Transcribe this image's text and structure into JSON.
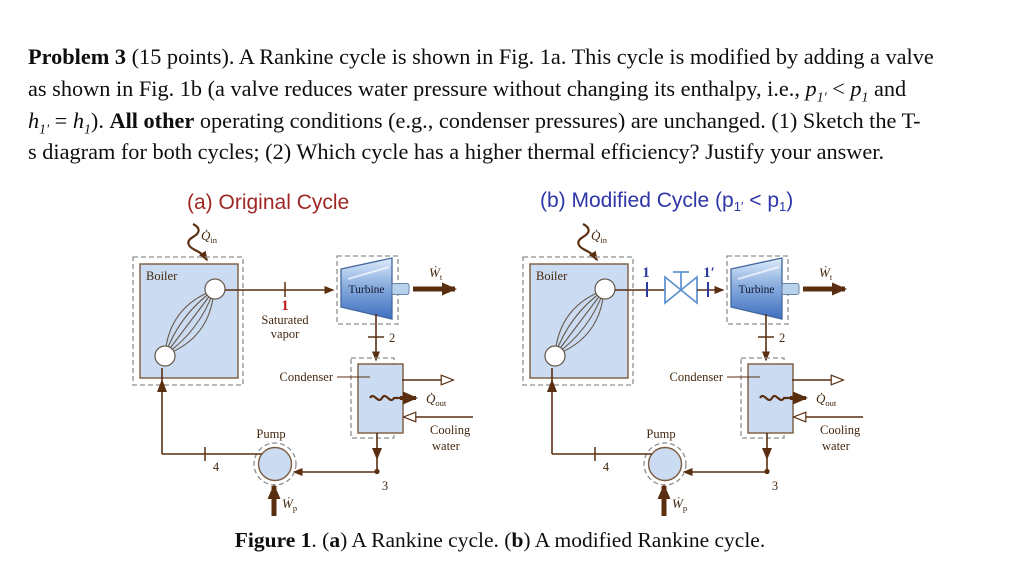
{
  "problem": {
    "l1_bold": "Problem 3",
    "l1_rest": " (15 points). A Rankine cycle is shown in Fig. 1a. This cycle is modified by adding a valve",
    "l2_pre": "as shown in Fig. 1b (a valve reduces water pressure without changing its enthalpy, i.e., ",
    "l2_p1": "p",
    "l2_p1_sub": "1′",
    "l2_lt": " < ",
    "l2_p2": "p",
    "l2_p2_sub": "1",
    "l2_post": " and",
    "l3_h1": "h",
    "l3_h1_sub": "1′",
    "l3_eq": " = ",
    "l3_h2": "h",
    "l3_h2_sub": "1",
    "l3_mid": "). ",
    "l3_bold": "All other",
    "l3_post": " operating conditions (e.g., condenser pressures) are unchanged. (1) Sketch the T-",
    "l4": "s diagram for both cycles; (2) Which cycle has a higher thermal efficiency? Justify your answer."
  },
  "titles": {
    "a": "(a) Original Cycle",
    "b_pre": "(b) Modified Cycle (p",
    "b_sub1": "1′",
    "b_mid": " < p",
    "b_sub2": "1",
    "b_post": ")"
  },
  "caption": {
    "bold1": "Figure 1",
    "mid1": ". (",
    "bold2": "a",
    "mid2": ") A Rankine cycle. (",
    "bold3": "b",
    "mid3": ") A modified Rankine cycle."
  },
  "labels": {
    "boiler": "Boiler",
    "turbine": "Turbine",
    "condenser": "Condenser",
    "pump": "Pump",
    "cooling_line1": "Cooling",
    "cooling_line2": "water",
    "sat_vapor_line1": "Saturated",
    "sat_vapor_line2": "vapor",
    "q": "Q̇",
    "w": "Ẇ",
    "sub_in": "in",
    "sub_out": "out",
    "sub_t": "t",
    "sub_p": "p",
    "s1": "1",
    "s1p": "1′",
    "s2": "2",
    "s3": "3",
    "s4": "4"
  },
  "colors": {
    "text_black": "#0e0e0e",
    "title_a": "#9e2723",
    "title_b": "#2d35a8",
    "state_red": "#c0181c",
    "state_blue": "#2b3aa0",
    "pipe_brown": "#5a2f10",
    "label_brown": "#44280f",
    "component_fill": "#cbdcf2",
    "valve_blue": "#5b90cf",
    "dashed_gray": "#8f8f8f",
    "tube_gray": "#66584a",
    "shaft_fill": "#b9d2ec",
    "turbine_top": "#dcebfb",
    "turbine_mid": "#8aaede",
    "turbine_bottom": "#3f6fc1"
  }
}
